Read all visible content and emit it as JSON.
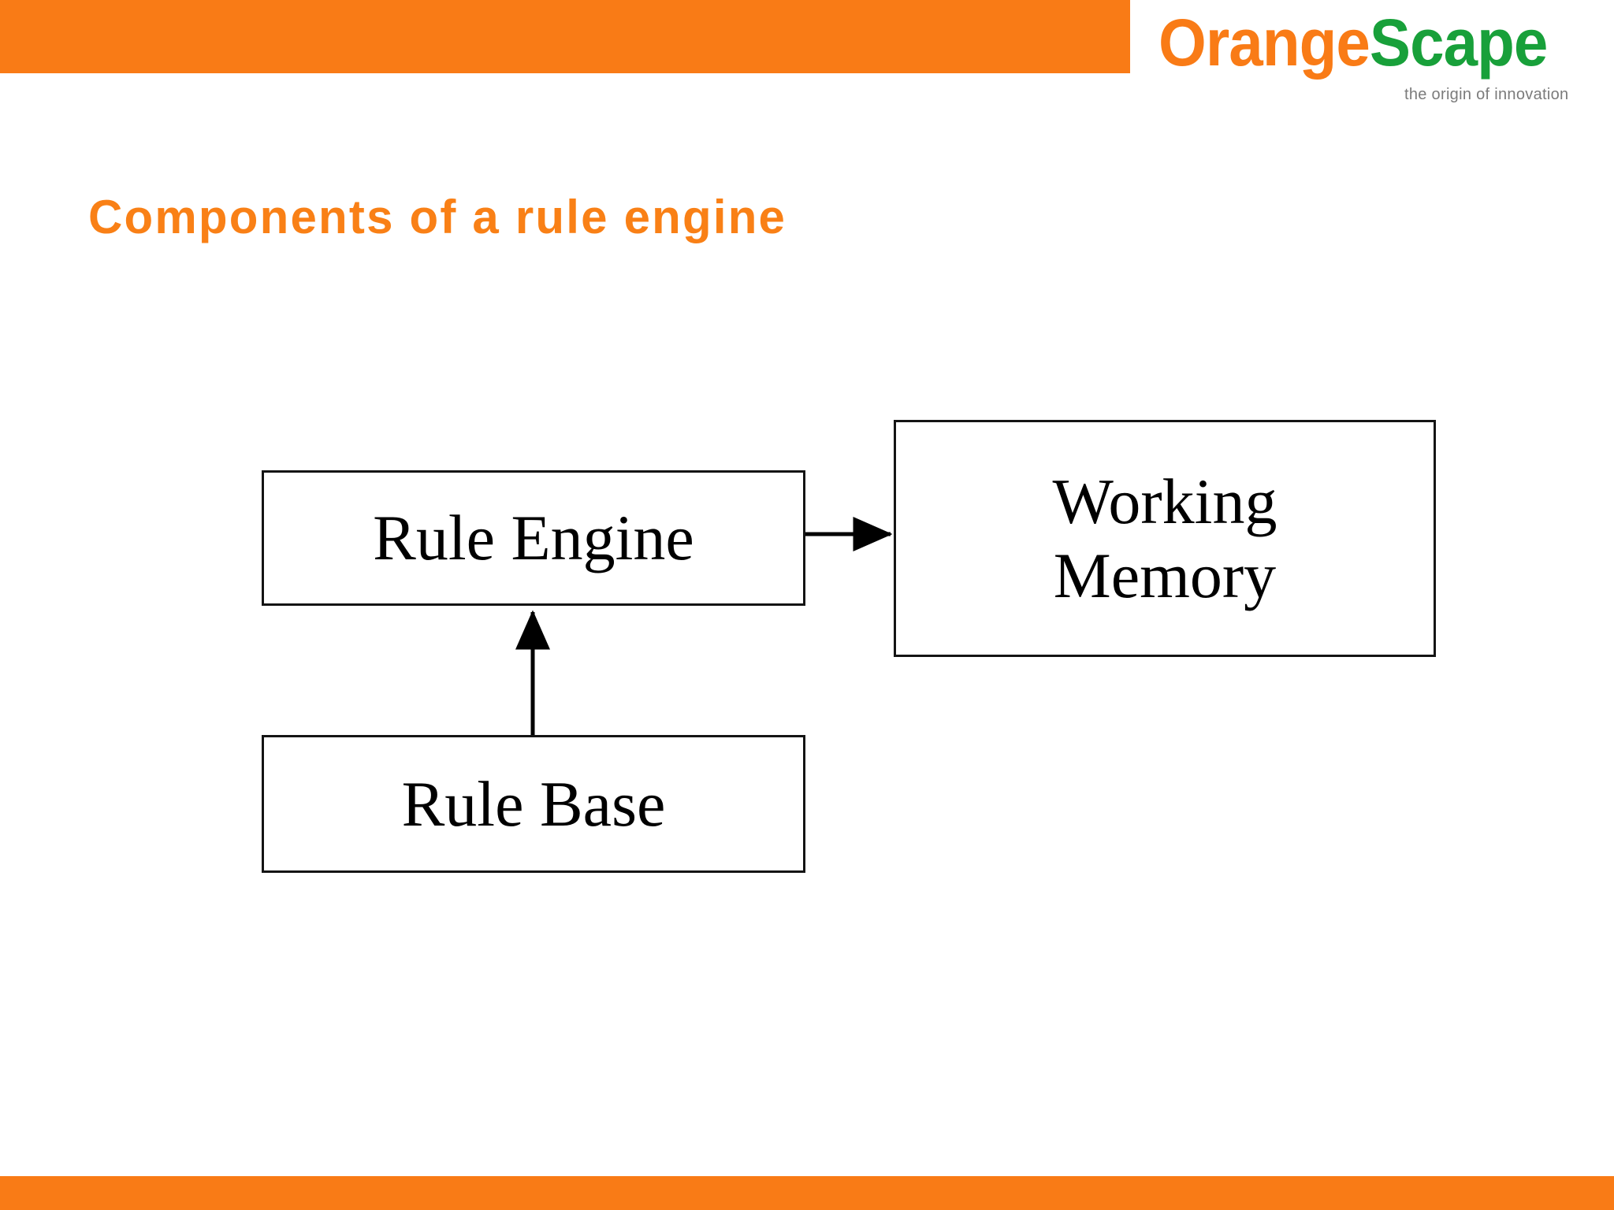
{
  "slide": {
    "title": "Components of a rule engine",
    "title_color": "#f98016",
    "background": "#ffffff"
  },
  "branding": {
    "top_bar_color": "#f97b16",
    "bottom_bar_color": "#f97b16",
    "logo": {
      "part_one": "Orange",
      "part_one_color": "#f97b16",
      "part_two": "Scape",
      "part_two_color": "#18a03a",
      "tagline": "the origin of innovation",
      "tagline_color": "#7b7b7b"
    }
  },
  "diagram": {
    "type": "block-diagram",
    "nodes": [
      {
        "id": "rule-engine",
        "label": "Rule Engine"
      },
      {
        "id": "working-memory",
        "label": "Working\nMemory"
      },
      {
        "id": "rule-base",
        "label": "Rule Base"
      }
    ],
    "edges": [
      {
        "from": "rule-engine",
        "to": "working-memory",
        "direction": "right",
        "arrowhead": "end"
      },
      {
        "from": "rule-base",
        "to": "rule-engine",
        "direction": "up",
        "arrowhead": "end"
      }
    ],
    "node_border_color": "#141414",
    "node_fill_color": "#ffffff",
    "edge_color": "#000000"
  }
}
